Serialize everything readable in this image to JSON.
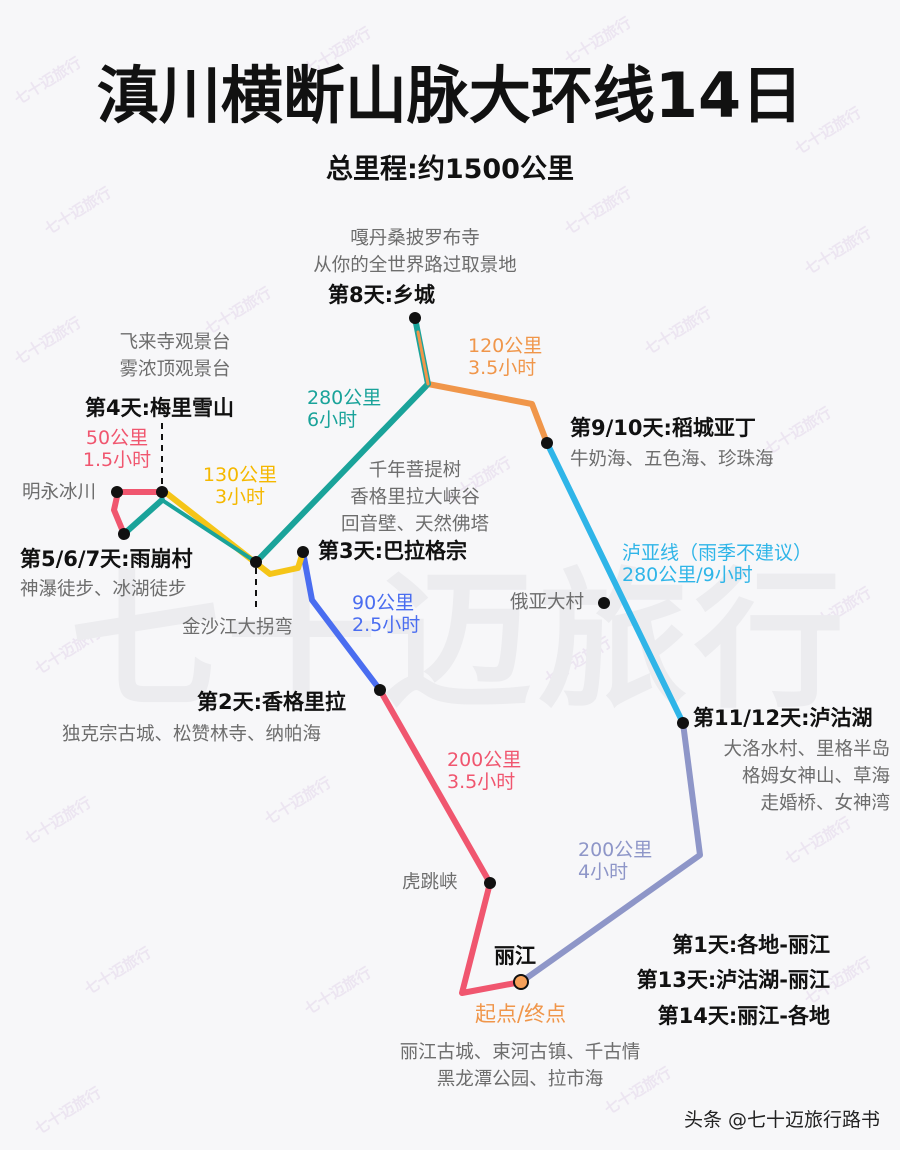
{
  "title": "滇川横断山脉大环线14日",
  "subtitle": "总里程:约1500公里",
  "watermark": "七十迈旅行",
  "credit": "头条 @七十迈旅行路书",
  "colors": {
    "teal": "#1aa39a",
    "orange": "#f0964a",
    "cyan": "#2fb5e8",
    "lavender": "#8e96c8",
    "pink": "#f0566f",
    "blue": "#4a6df0",
    "yellow": "#f5c518",
    "start": "#f7a15a"
  },
  "stops": {
    "day8": {
      "name": "第8天:乡城",
      "sights": [
        "嘎丹桑披罗布寺",
        "从你的全世界路过取景地"
      ]
    },
    "day910": {
      "name": "第9/10天:稻城亚丁",
      "sights": [
        "牛奶海、五色海、珍珠海"
      ]
    },
    "day1112": {
      "name": "第11/12天:泸沽湖",
      "sights": [
        "大洛水村、里格半岛",
        "格姆女神山、草海",
        "走婚桥、女神湾"
      ]
    },
    "day3": {
      "name": "第3天:巴拉格宗",
      "sights": [
        "千年菩提树",
        "香格里拉大峡谷",
        "回音壁、天然佛塔"
      ]
    },
    "day2": {
      "name": "第2天:香格里拉",
      "sights": [
        "独克宗古城、松赞林寺、纳帕海"
      ]
    },
    "day4": {
      "name": "第4天:梅里雪山",
      "sights": [
        "飞来寺观景台",
        "雾浓顶观景台"
      ]
    },
    "day567": {
      "name": "第5/6/7天:雨崩村",
      "sights": [
        "神瀑徒步、冰湖徒步"
      ]
    },
    "lijiang": {
      "name": "丽江",
      "tag": "起点/终点",
      "sights": [
        "丽江古城、束河古镇、千古情",
        "黑龙潭公园、拉市海"
      ]
    },
    "itinerary": [
      "第1天:各地-丽江",
      "第13天:泸沽湖-丽江",
      "第14天:丽江-各地"
    ]
  },
  "places": {
    "mingyong": "明永冰川",
    "jinsha": "金沙江大拐弯",
    "eya": "俄亚大村",
    "hutiao": "虎跳峡"
  },
  "segments": {
    "s1": {
      "distance": "280公里",
      "time": "6小时"
    },
    "s2": {
      "distance": "120公里",
      "time": "3.5小时"
    },
    "s3": {
      "title": "泸亚线（雨季不建议）",
      "info": "280公里/9小时"
    },
    "s4": {
      "distance": "200公里",
      "time": "4小时"
    },
    "s5": {
      "distance": "200公里",
      "time": "3.5小时"
    },
    "s6": {
      "distance": "90公里",
      "time": "2.5小时"
    },
    "s7": {
      "distance": "130公里",
      "time": "3小时"
    },
    "s8": {
      "distance": "50公里",
      "time": "1.5小时"
    }
  }
}
